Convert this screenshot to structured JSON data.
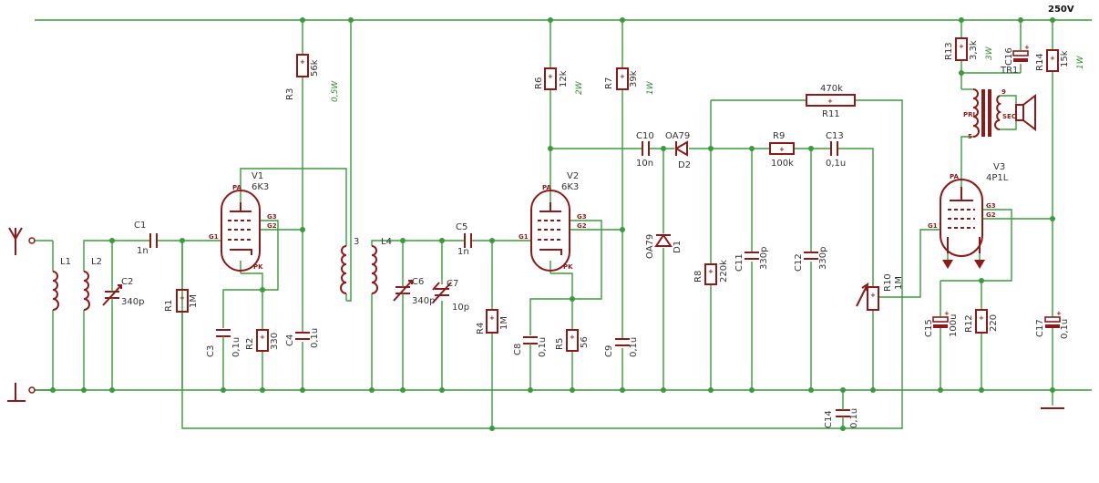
{
  "supply_label": "250V",
  "components": {
    "L1": "L1",
    "L2": "L2",
    "C1": "C1",
    "C1_val": "1n",
    "C2": "C2",
    "C2_val": "340p",
    "R1": "R1",
    "R1_val": "1M",
    "V1": "V1",
    "V1_type": "6K3",
    "R3": "R3",
    "R3_val": "56k",
    "R3_pwr": "0,5W",
    "C3": "C3",
    "C3_val": "0,1u",
    "R2": "R2",
    "R2_val": "330",
    "C4": "C4",
    "C4_val": "0,1u",
    "T_pin3": "3",
    "L4": "L4",
    "C6": "C6",
    "C6_val": "340p",
    "C7": "C7",
    "C7_val": "10p",
    "C5": "C5",
    "C5_val": "1n",
    "R4": "R4",
    "R4_val": "1M",
    "V2": "V2",
    "V2_type": "6K3",
    "R6": "R6",
    "R6_val": "12k",
    "R6_pwr": "2W",
    "R7": "R7",
    "R7_val": "39k",
    "R7_pwr": "1W",
    "C8": "C8",
    "C8_val": "0,1u",
    "R5": "R5",
    "R5_val": "56",
    "C9": "C9",
    "C9_val": "0,1u",
    "C10": "C10",
    "C10_val": "10n",
    "D2": "D2",
    "D2_type": "OA79",
    "D1": "D1",
    "D1_type": "OA79",
    "R8": "R8",
    "R8_val": "220k",
    "C11": "C11",
    "C11_val": "330p",
    "R9": "R9",
    "R9_val": "100k",
    "C12": "C12",
    "C12_val": "330p",
    "R11": "R11",
    "R11_val": "470k",
    "C13": "C13",
    "C13_val": "0,1u",
    "R10": "R10",
    "R10_val": "1M",
    "C14": "C14",
    "C14_val": "0,1u",
    "R13": "R13",
    "R13_val": "3,3k",
    "R13_pwr": "3W",
    "C16": "C16",
    "TR1": "TR1",
    "TR1_pri": "PRI",
    "TR1_sec": "SEC",
    "TR1_pin9": "9",
    "TR1_pin5": "5",
    "V3": "V3",
    "V3_type": "4P1L",
    "R14": "R14",
    "R14_val": "15k",
    "R14_pwr": "1W",
    "C15": "C15",
    "C15_val": "100u",
    "R12": "R12",
    "R12_val": "220",
    "C17": "C17",
    "C17_val": "0,1u"
  },
  "pins": {
    "pa": "PA",
    "pk": "PK",
    "g1": "G1",
    "g2": "G2",
    "g3": "G3"
  }
}
